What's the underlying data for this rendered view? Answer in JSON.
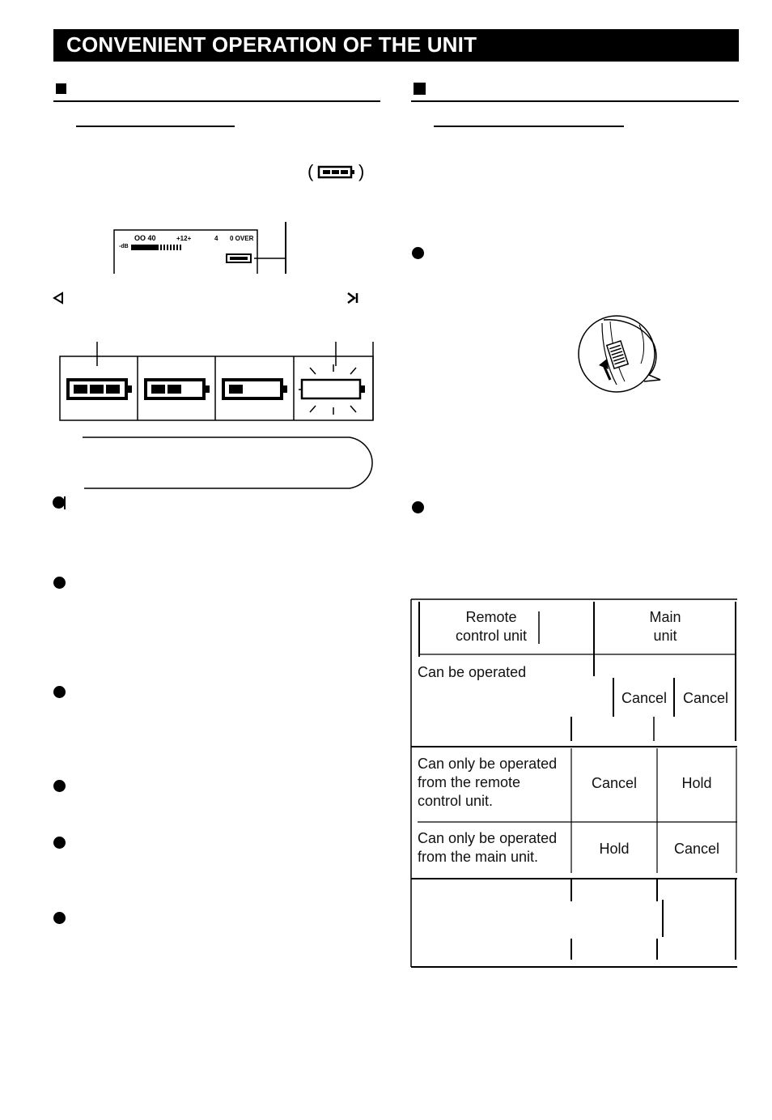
{
  "header": {
    "title": "CONVENIENT OPERATION OF THE UNIT"
  },
  "left_column": {
    "battery_inline_icon": "battery-icon",
    "display_panel": {
      "top_labels": [
        "OO 40",
        "+12+",
        "4",
        "0 OVER"
      ],
      "db_label": "-dB"
    },
    "arrow_left_icon": "arrow-left-icon",
    "arrow_right_icon": "arrow-right-icon",
    "battery_levels": [
      3,
      2,
      1,
      0
    ]
  },
  "right_column": {
    "hold_switch_icon": "hold-switch-icon"
  },
  "hold_table": {
    "headers": [
      "Remote\ncontrol unit",
      "Main\nunit"
    ],
    "rows": [
      {
        "label": "Can be operated",
        "remote": "Cancel",
        "main": "Cancel"
      },
      {
        "label": "Can only be operated\nfrom the remote\ncontrol unit.",
        "remote": "Cancel",
        "main": "Hold"
      },
      {
        "label": "Can only be operated\nfrom the main unit.",
        "remote": "Hold",
        "main": "Cancel"
      },
      {
        "label": "",
        "remote": "",
        "main": ""
      }
    ]
  }
}
